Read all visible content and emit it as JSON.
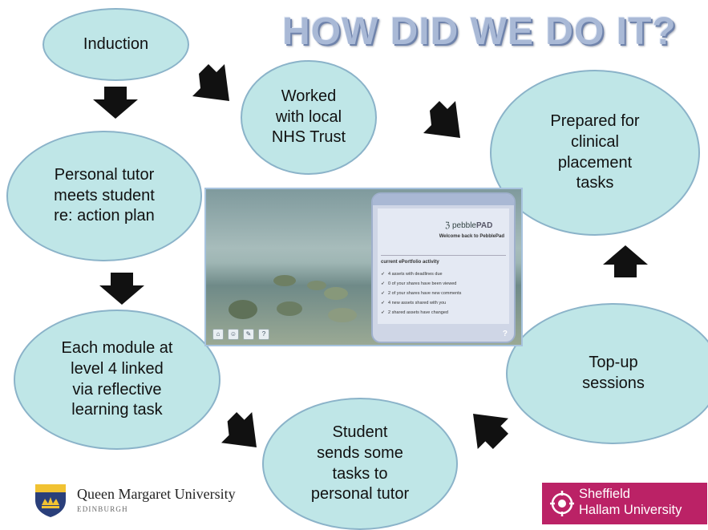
{
  "title": "HOW DID WE DO IT?",
  "bubbles": {
    "induction": "Induction",
    "nhs": "Worked\nwith local\nNHS Trust",
    "prepared": "Prepared for\nclinical\nplacement\ntasks",
    "tutor": "Personal tutor\nmeets student\nre: action plan",
    "module": "Each module at\nlevel 4  linked\nvia reflective\nlearning task",
    "student": "Student\nsends some\ntasks to\npersonal tutor",
    "topup": "Top-up\nsessions"
  },
  "pebblepad": {
    "logo_prefix": "pebble",
    "logo_suffix": "PAD",
    "welcome": "Welcome back to PebblePad",
    "activity_heading": "current ePortfolio activity",
    "activity": [
      "4 assets with deadlines due",
      "0 of your shares have been viewed",
      "2 of your shares have new comments",
      "4 new assets shared with you",
      "2 shared assets have changed"
    ],
    "help": "?"
  },
  "logos": {
    "qmu_name": "Queen Margaret University",
    "qmu_city": "EDINBURGH",
    "shu": "Sheffield\nHallam University"
  },
  "colors": {
    "bubble_fill": "#bfe6e7",
    "bubble_border": "#8bb3c9",
    "arrow": "#111111",
    "shu_brand": "#bb2266"
  }
}
